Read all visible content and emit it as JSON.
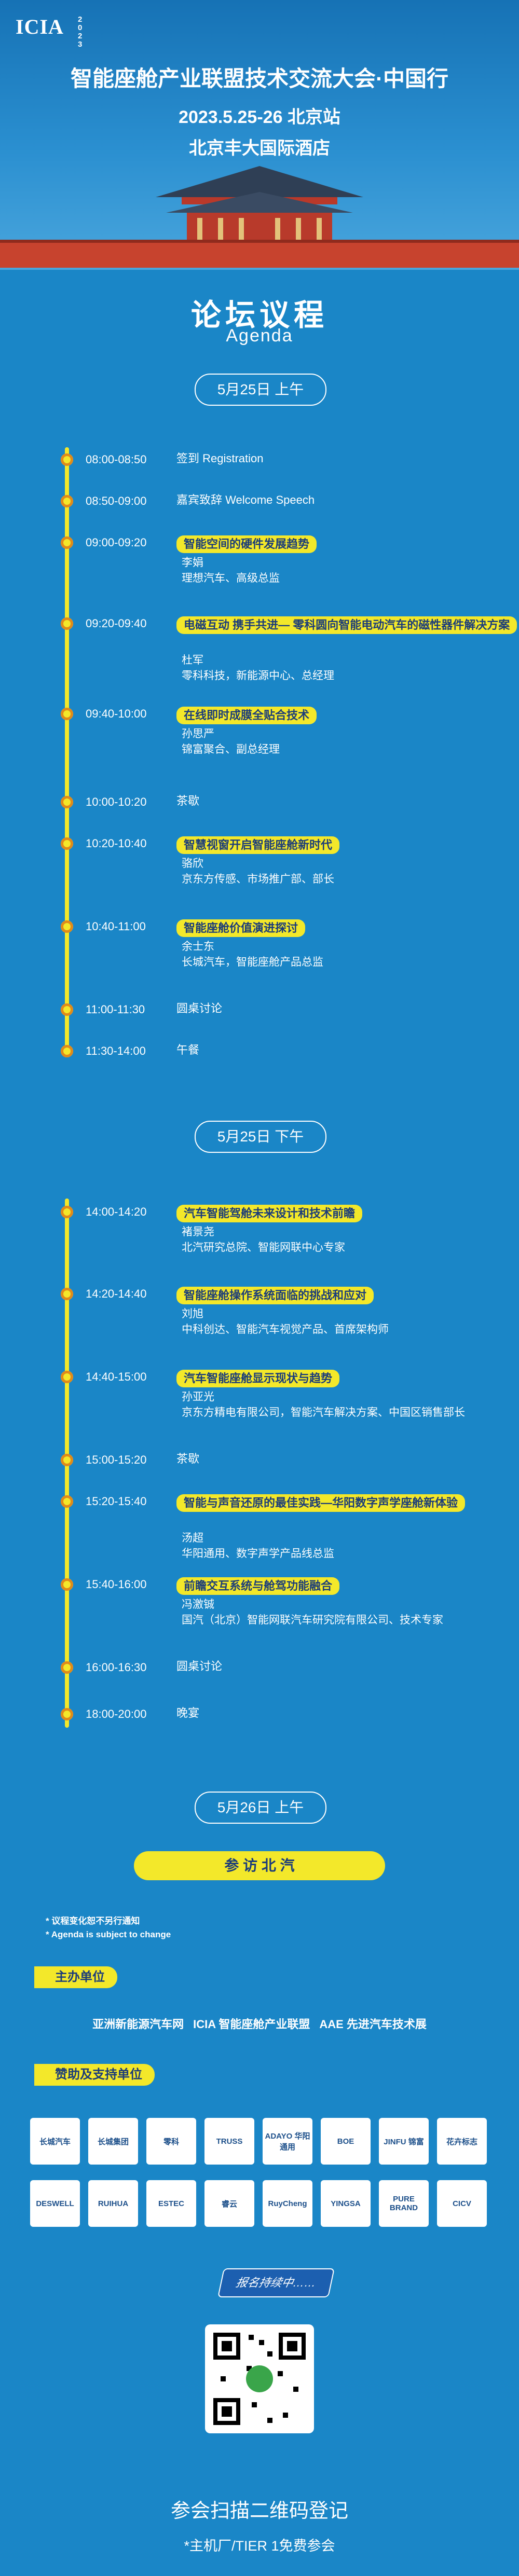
{
  "header": {
    "logo": "ICIA",
    "logo_year": "2023",
    "title": "智能座舱产业联盟技术交流大会·中国行",
    "date_location": "2023.5.25-26  北京站",
    "venue": "北京丰大国际酒店"
  },
  "agenda": {
    "title": "论坛议程",
    "subtitle": "Agenda",
    "day1_am_label": "5月25日 上午",
    "day1_pm_label": "5月25日 下午",
    "day2_am_label": "5月26日 上午",
    "am_items": [
      {
        "time": "08:00-08:50",
        "topic": "签到    Registration",
        "highlight": false,
        "speaker": "",
        "org": ""
      },
      {
        "time": "08:50-09:00",
        "topic": "嘉宾致辞    Welcome Speech",
        "highlight": false,
        "speaker": "",
        "org": ""
      },
      {
        "time": "09:00-09:20",
        "topic": "智能空间的硬件发展趋势",
        "highlight": true,
        "speaker": "李娟",
        "org": "理想汽车、高级总监"
      },
      {
        "time": "09:20-09:40",
        "topic": "电磁互动 携手共进— 零科圆向智能电动汽车的磁性器件解决方案",
        "highlight": true,
        "speaker": "杜军",
        "org": "零科科技，新能源中心、总经理"
      },
      {
        "time": "09:40-10:00",
        "topic": "在线即时成膜全贴合技术",
        "highlight": true,
        "speaker": "孙思严",
        "org": "锦富聚合、副总经理"
      },
      {
        "time": "10:00-10:20",
        "topic": "茶歇",
        "highlight": false,
        "speaker": "",
        "org": ""
      },
      {
        "time": "10:20-10:40",
        "topic": "智慧视窗开启智能座舱新时代",
        "highlight": true,
        "speaker": "骆欣",
        "org": "京东方传感、市场推广部、部长"
      },
      {
        "time": "10:40-11:00",
        "topic": "智能座舱价值演进探讨",
        "highlight": true,
        "speaker": "余士东",
        "org": "长城汽车，智能座舱产品总监"
      },
      {
        "time": "11:00-11:30",
        "topic": "圆桌讨论",
        "highlight": false,
        "speaker": "",
        "org": ""
      },
      {
        "time": "11:30-14:00",
        "topic": "午餐",
        "highlight": false,
        "speaker": "",
        "org": ""
      }
    ],
    "pm_items": [
      {
        "time": "14:00-14:20",
        "topic": "汽车智能驾舱未来设计和技术前瞻",
        "highlight": true,
        "speaker": "褚景尧",
        "org": "北汽研究总院、智能网联中心专家"
      },
      {
        "time": "14:20-14:40",
        "topic": "智能座舱操作系统面临的挑战和应对",
        "highlight": true,
        "speaker": "刘旭",
        "org": "中科创达、智能汽车视觉产品、首席架构师"
      },
      {
        "time": "14:40-15:00",
        "topic": "汽车智能座舱显示现状与趋势",
        "highlight": true,
        "speaker": "孙亚光",
        "org": "京东方精电有限公司，智能汽车解决方案、中国区销售部长"
      },
      {
        "time": "15:00-15:20",
        "topic": "茶歇",
        "highlight": false,
        "speaker": "",
        "org": ""
      },
      {
        "time": "15:20-15:40",
        "topic": "智能与声音还原的最佳实践—华阳数字声学座舱新体验",
        "highlight": true,
        "speaker": "汤超",
        "org": "华阳通用、数字声学产品线总监"
      },
      {
        "time": "15:40-16:00",
        "topic": "前瞻交互系统与舱驾功能融合",
        "highlight": true,
        "speaker": "冯激铖",
        "org": "国汽（北京）智能网联汽车研究院有限公司、技术专家"
      },
      {
        "time": "16:00-16:30",
        "topic": "圆桌讨论",
        "highlight": false,
        "speaker": "",
        "org": ""
      },
      {
        "time": "18:00-20:00",
        "topic": "晚宴",
        "highlight": false,
        "speaker": "",
        "org": ""
      }
    ],
    "visit": "参 访 北 汽",
    "note_cn": "* 议程变化恕不另行通知",
    "note_en": "* Agenda is subject to change"
  },
  "organizers": {
    "label": "主办单位",
    "items": [
      "亚洲新能源汽车网",
      "ICIA 智能座舱产业联盟",
      "AAE 先进汽车技术展"
    ]
  },
  "sponsors": {
    "label": "赞助及支持单位",
    "row1": [
      "长城汽车",
      "长城集团",
      "零科",
      "TRUSS",
      "ADAYO 华阳通用",
      "BOE",
      "JINFU 锦富",
      "花卉标志"
    ],
    "row2": [
      "DESWELL",
      "RUIHUA",
      "ESTEC",
      "睿云",
      "RuyCheng",
      "YINGSA",
      "PURE BRAND",
      "CICV"
    ]
  },
  "registration": {
    "label": "报名持续中……",
    "scan_text": "参会扫描二维码登记",
    "note": "*主机厂/TIER 1免费参会"
  }
}
